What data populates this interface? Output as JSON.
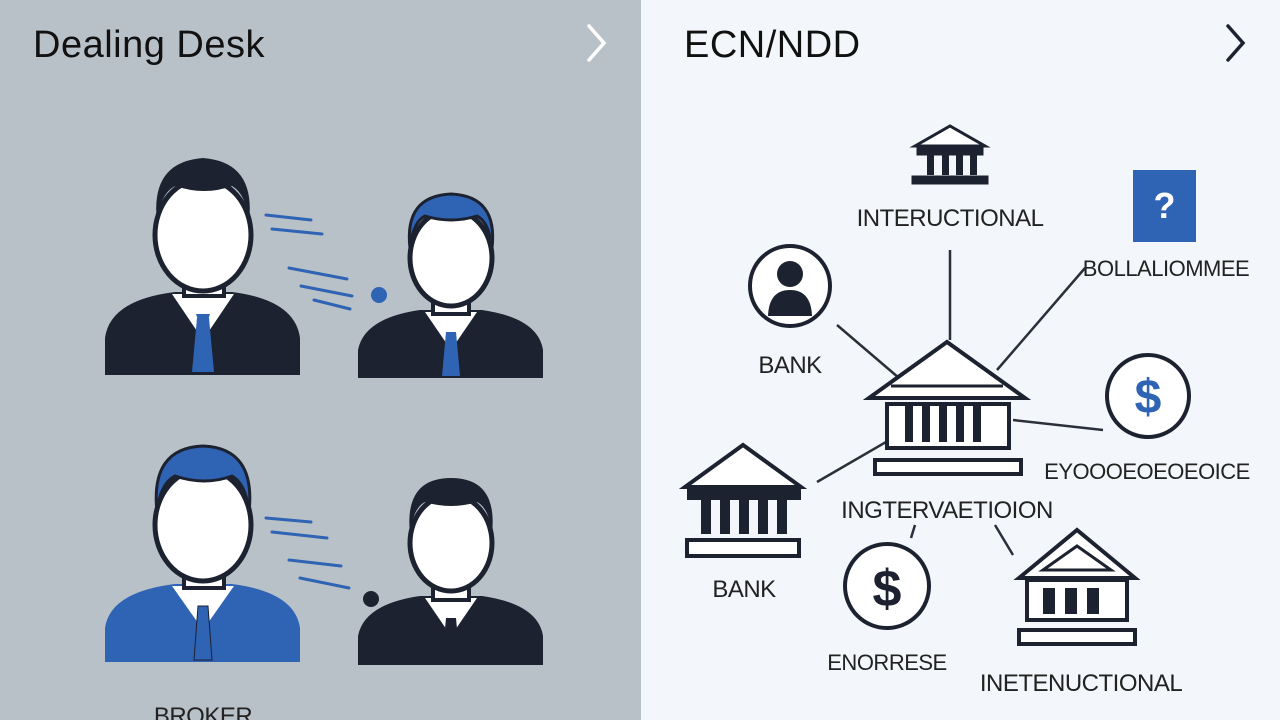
{
  "left_panel": {
    "title": "Dealing Desk",
    "bottom_label": "BROKER"
  },
  "right_panel": {
    "title": "ECN/NDD",
    "labels": {
      "top_institution": "INTERUCTIONAL",
      "question_box": "?",
      "question_label": "BOLLALIOMMEE",
      "left_bank": "BANK",
      "dollar_label": "EYOOOEOEOEOICE",
      "center_label": "INGTERVAETIOION",
      "bottom_bank": "BANK",
      "coin_label": "ENORRESE",
      "bottom_institution": "INETENUCTIONAL"
    }
  },
  "colors": {
    "left_bg": "#b9c1c8",
    "right_bg": "#f3f6fa",
    "dark_navy": "#1c2230",
    "accent_blue": "#2f63b4"
  }
}
